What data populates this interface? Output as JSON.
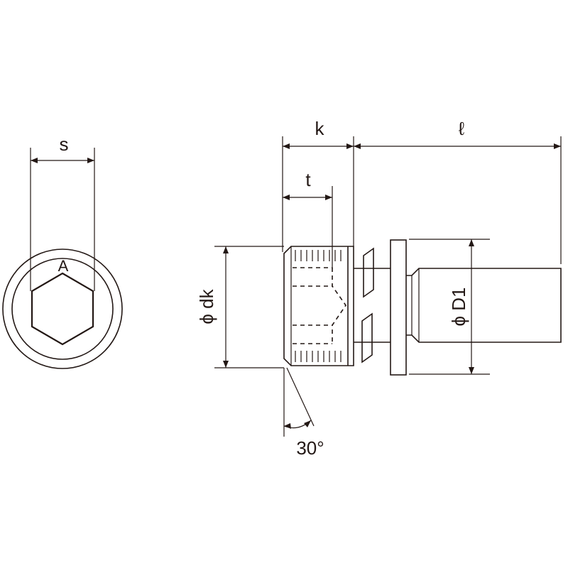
{
  "labels": {
    "s": "s",
    "a": "A",
    "k": "k",
    "l": "ℓ",
    "t": "t",
    "dk": "ϕ dk",
    "d1": "ϕ D1",
    "angle": "30°"
  },
  "colors": {
    "line": "#231815",
    "background": "#ffffff"
  }
}
